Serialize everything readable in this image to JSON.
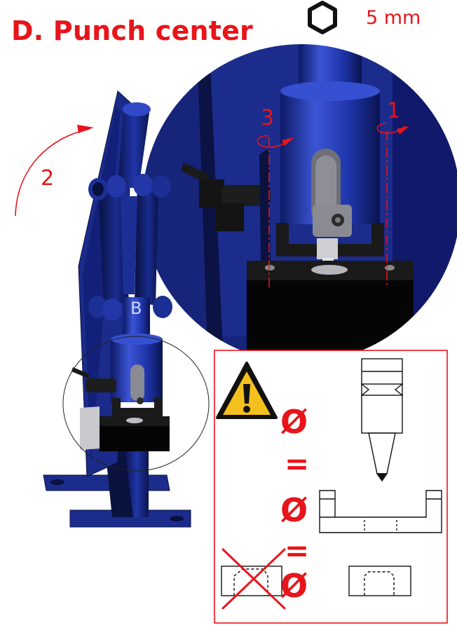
{
  "header": {
    "title": "D. Punch center",
    "hex_icon": "hexagon-outline-icon",
    "size_label": "5 mm"
  },
  "callouts": {
    "step_1": "1",
    "step_2": "2",
    "step_3": "3",
    "part_b": "B"
  },
  "warning_panel": {
    "warning_icon": "warning-triangle-icon",
    "diameter_symbol_1": "Ø",
    "equals_1": "=",
    "diameter_symbol_2": "Ø",
    "equals_2": "=",
    "diameter_symbol_3": "Ø",
    "incorrect_icon": "crossed-out-icon"
  },
  "colors": {
    "accent_red": "#e8141b",
    "machine_blue": "#1d2e8f",
    "machine_dark": "#0d144d",
    "warning_yellow": "#f4c01e"
  }
}
